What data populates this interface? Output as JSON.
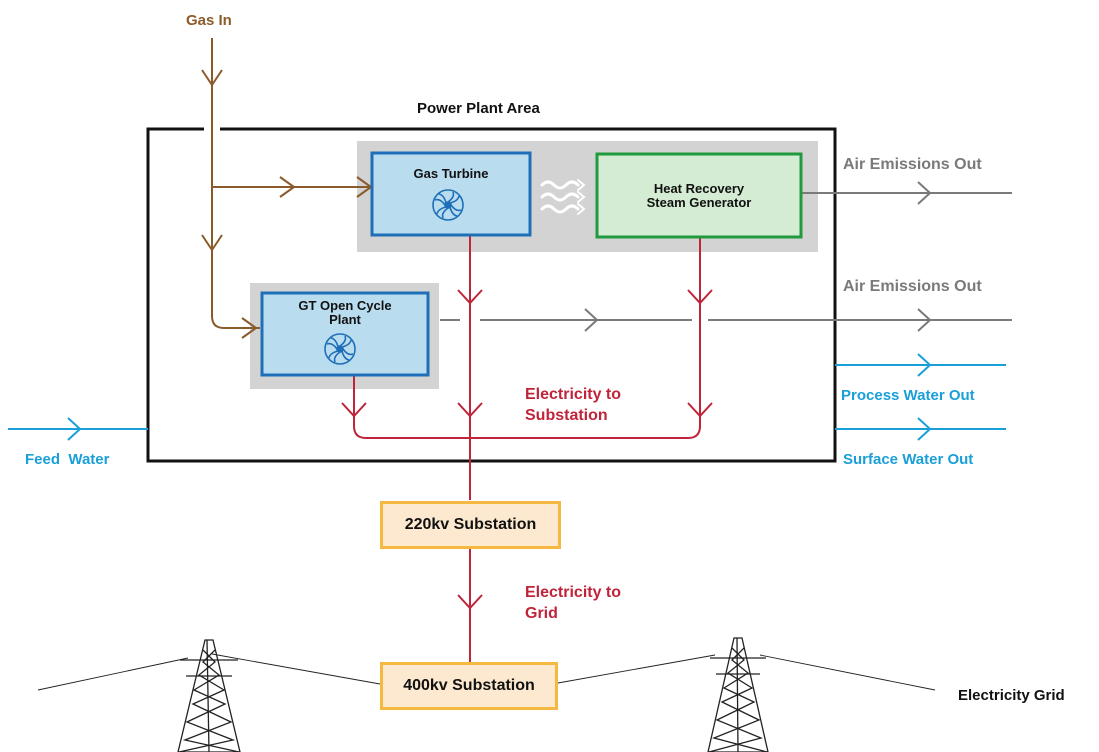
{
  "labels": {
    "gas_in": "Gas In",
    "power_plant_area": "Power Plant Area",
    "air_emissions_out_1": "Air Emissions Out",
    "air_emissions_out_2": "Air Emissions Out",
    "process_water_out": "Process Water Out",
    "surface_water_out": "Surface Water Out",
    "feed_water": "Feed  Water",
    "electricity_to_substation_1": "Electricity to",
    "electricity_to_substation_2": "Substation",
    "electricity_to_grid_1": "Electricity to",
    "electricity_to_grid_2": "Grid",
    "electricity_grid": "Electricity Grid"
  },
  "boxes": {
    "gas_turbine": "Gas Turbine",
    "hrsg_line1": "Heat Recovery",
    "hrsg_line2": "Steam Generator",
    "gt_open_cycle_line1": "GT Open Cycle",
    "gt_open_cycle_line2": "Plant",
    "substation_220": "220kv Substation",
    "substation_400": "400kv Substation"
  },
  "colors": {
    "gas": "#8a5a2b",
    "emissions": "#7a7a7a",
    "water": "#1a9fd8",
    "electricity": "#c0243a",
    "turbine_fill": "#b9dcef",
    "turbine_border": "#1f6fb8",
    "hrsg_fill": "#d4ecd4",
    "hrsg_border": "#1f9a3c",
    "substation_fill": "#fde9cf",
    "substation_border": "#f5b941"
  },
  "icons": [
    "fan-icon",
    "heat-waves-icon",
    "transmission-tower-icon"
  ]
}
